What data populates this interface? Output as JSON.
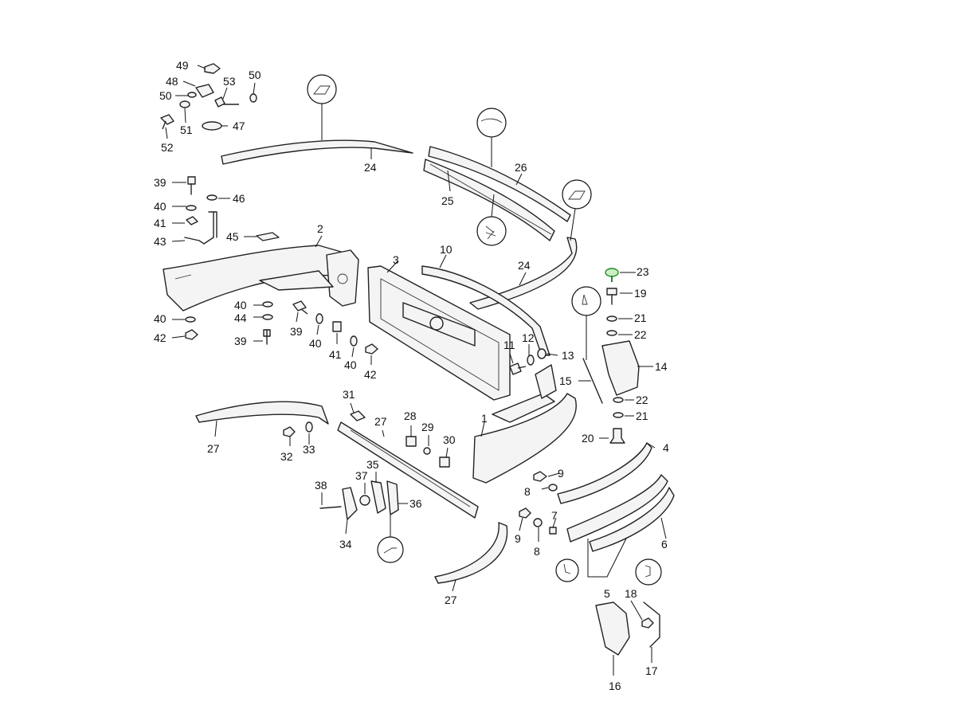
{
  "callouts": {
    "c1": "1",
    "c2": "2",
    "c3": "3",
    "c4": "4",
    "c5": "5",
    "c6": "6",
    "c7": "7",
    "c8a": "8",
    "c8b": "8",
    "c9a": "9",
    "c9b": "9",
    "c10": "10",
    "c11": "11",
    "c12": "12",
    "c13": "13",
    "c14": "14",
    "c15": "15",
    "c16": "16",
    "c17": "17",
    "c18": "18",
    "c19": "19",
    "c20": "20",
    "c21a": "21",
    "c21b": "21",
    "c22a": "22",
    "c22b": "22",
    "c23": "23",
    "c24a": "24",
    "c24b": "24",
    "c25": "25",
    "c26": "26",
    "c27a": "27",
    "c27b": "27",
    "c27c": "27",
    "c28": "28",
    "c29": "29",
    "c30": "30",
    "c31": "31",
    "c32": "32",
    "c33": "33",
    "c34": "34",
    "c35": "35",
    "c36": "36",
    "c37": "37",
    "c38": "38",
    "c39a": "39",
    "c39b": "39",
    "c39c": "39",
    "c40a": "40",
    "c40b": "40",
    "c40c": "40",
    "c40d": "40",
    "c40e": "40",
    "c41a": "41",
    "c41b": "41",
    "c42a": "42",
    "c42b": "42",
    "c43": "43",
    "c44": "44",
    "c45": "45",
    "c46": "46",
    "c47": "47",
    "c48": "48",
    "c49": "49",
    "c50a": "50",
    "c50b": "50",
    "c51": "51",
    "c52": "52",
    "c53": "53"
  },
  "highlight_color": "#2a8a2a"
}
